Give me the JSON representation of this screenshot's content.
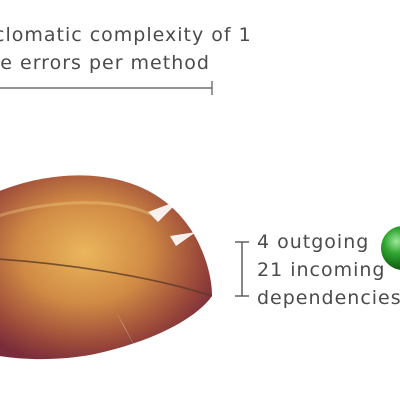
{
  "annotations": {
    "metrics": {
      "line1": "clomatic complexity of 1",
      "line2": "le errors per method"
    },
    "dependencies": {
      "line1": "4 outgoing",
      "line2": "21 incoming",
      "line3": "dependencies"
    }
  },
  "colors": {
    "leaf_edge": "#7a2c3a",
    "leaf_mid": "#a5563a",
    "leaf_center": "#e8b45a",
    "leaf_vein": "#5a3a25",
    "bracket": "#555555",
    "sphere": "#1f8a1f"
  },
  "icons": {
    "leaf": "leaf-glyph",
    "sphere": "green-ball-icon"
  }
}
